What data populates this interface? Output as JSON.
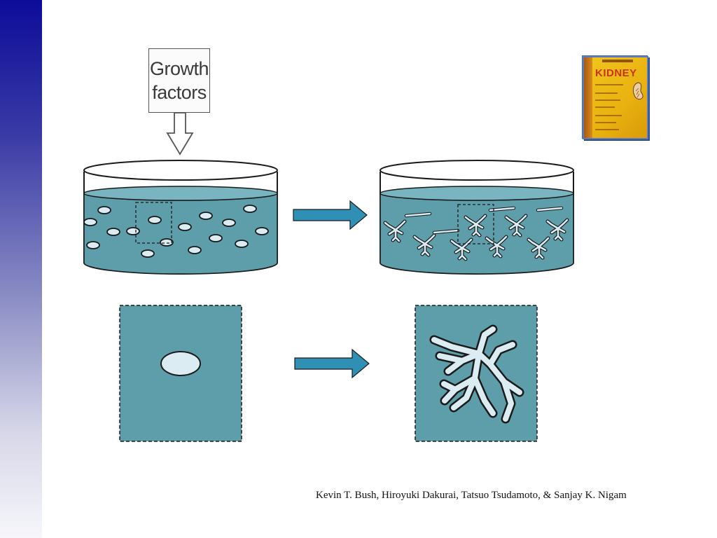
{
  "growth_factors": {
    "line1": "Growth",
    "line2": "factors"
  },
  "book_cover": {
    "title": "KIDNEY"
  },
  "citation": "Kevin T. Bush, Hiroyuki Dakurai, Tatsuo Tsudamoto, & Sanjay K. Nigam",
  "colors": {
    "liquid": "#5e9eab",
    "liquid_top": "#79b5c1",
    "cell": "#dcecf3",
    "arrow": "#2f8fb5",
    "outline": "#1a1a1a",
    "sidebar_top": "#0c0c9a"
  },
  "icons": {
    "down_arrow": "hollow-down-arrow-icon",
    "right_arrow": "right-arrow-icon"
  }
}
